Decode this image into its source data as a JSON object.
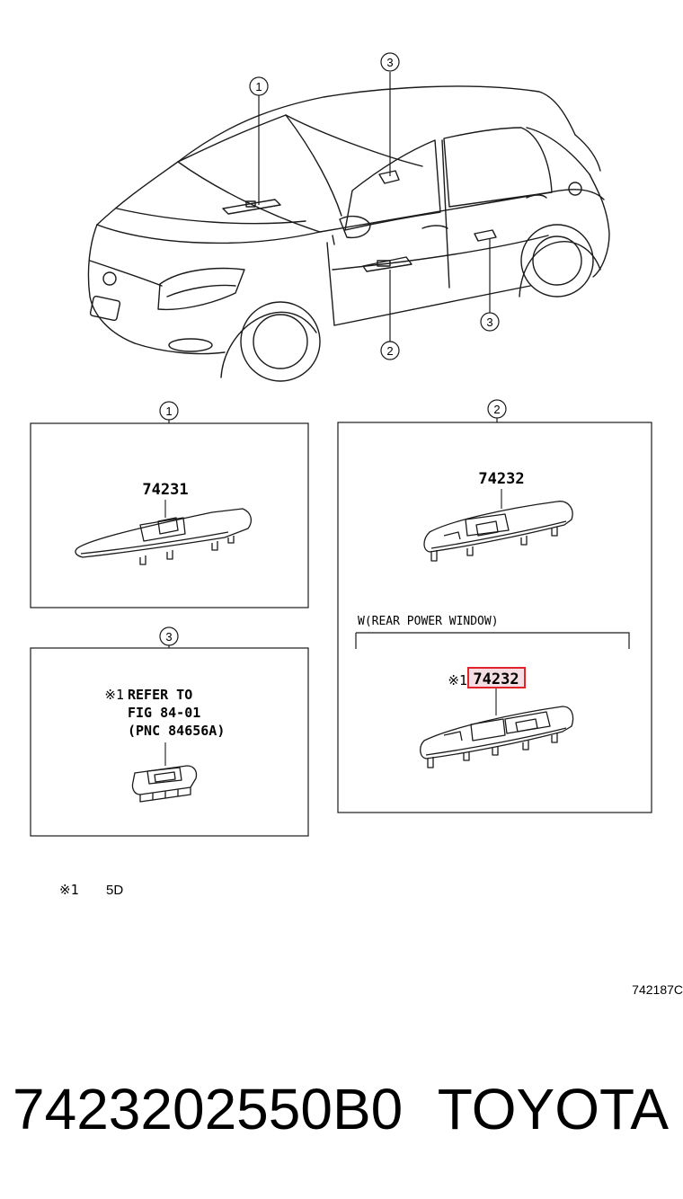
{
  "diagram": {
    "callouts": {
      "c1": "1",
      "c2": "2",
      "c3": "3"
    },
    "panel1": {
      "callout": "1",
      "part_number": "74231"
    },
    "panel2": {
      "callout": "2",
      "part_number": "74232",
      "option_label": "W(REAR POWER WINDOW)",
      "note_mark": "※1",
      "highlighted_part_number": "74232"
    },
    "panel3": {
      "callout": "3",
      "note_mark": "※1",
      "refer_line1": "REFER TO",
      "refer_line2": "FIG 84-01",
      "refer_line3": "(PNC 84656A)"
    },
    "footnote": {
      "mark": "※1",
      "text": "5D"
    },
    "figure_code": "742187C"
  },
  "caption": {
    "part_code": "7423202550B0",
    "brand": "TOYOTA"
  },
  "colors": {
    "line": "#1a1a1a",
    "highlight": "#e0242a",
    "highlight_fill": "#f4dde3"
  }
}
